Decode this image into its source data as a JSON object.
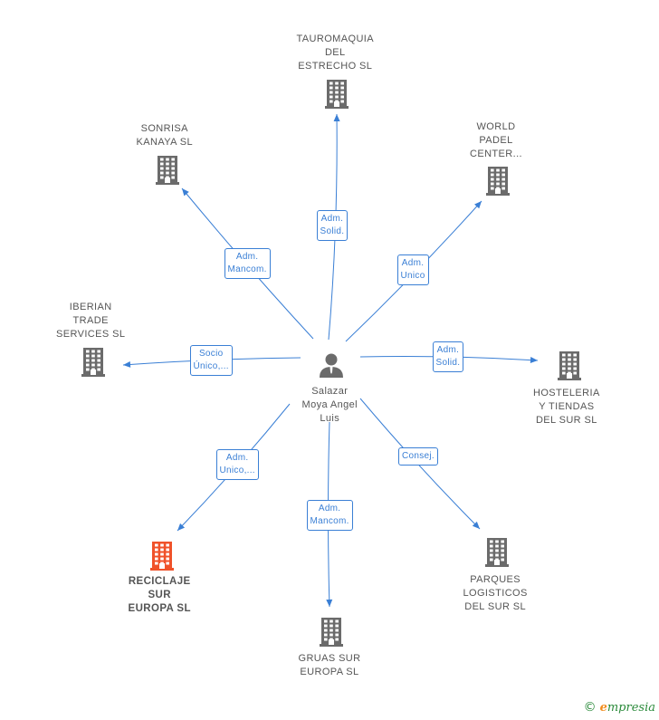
{
  "center": {
    "name": "Salazar\nMoya Angel\nLuis",
    "icon": "person-icon"
  },
  "nodes": [
    {
      "id": "tauromaquia",
      "name": "TAUROMAQUIA\nDEL\nESTRECHO SL",
      "relation": "Adm.\nSolid.",
      "icon": "building-icon",
      "highlight": false
    },
    {
      "id": "world-padel",
      "name": "WORLD\nPADEL\nCENTER...",
      "relation": "Adm.\nUnico",
      "icon": "building-icon",
      "highlight": false
    },
    {
      "id": "hosteleria",
      "name": "HOSTELERIA\nY TIENDAS\nDEL SUR SL",
      "relation": "Adm.\nSolid.",
      "icon": "building-icon",
      "highlight": false
    },
    {
      "id": "parques",
      "name": "PARQUES\nLOGISTICOS\nDEL SUR SL",
      "relation": "Consej.",
      "icon": "building-icon",
      "highlight": false
    },
    {
      "id": "gruas",
      "name": "GRUAS SUR\nEUROPA SL",
      "relation": "Adm.\nMancom.",
      "icon": "building-icon",
      "highlight": false
    },
    {
      "id": "reciclaje",
      "name": "RECICLAJE\nSUR\nEUROPA SL",
      "relation": "Adm.\nUnico,...",
      "icon": "building-icon",
      "highlight": true
    },
    {
      "id": "iberian",
      "name": "IBERIAN\nTRADE\nSERVICES SL",
      "relation": "Socio\nÚnico,...",
      "icon": "building-icon",
      "highlight": false
    },
    {
      "id": "sonrisa",
      "name": "SONRISA\nKANAYA SL",
      "relation": "Adm.\nMancom.",
      "icon": "building-icon",
      "highlight": false
    }
  ],
  "colors": {
    "edge": "#3a7fd5",
    "building": "#6b6b6b",
    "highlight": "#f0522a"
  },
  "footer": {
    "copyright": "©",
    "brand_first": "e",
    "brand_rest": "mpresia"
  }
}
